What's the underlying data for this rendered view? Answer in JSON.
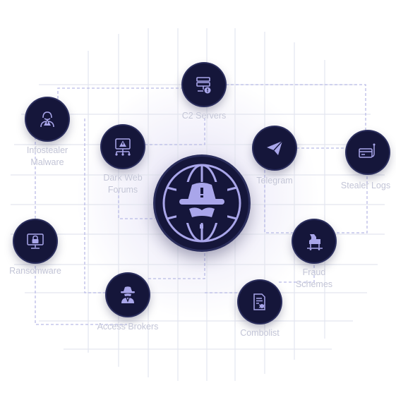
{
  "nodes": {
    "c2_servers": {
      "label": "C2 Servers",
      "icon": "server-icon"
    },
    "infostealer": {
      "label_line1": "Infostealer",
      "label_line2": "Malware",
      "icon": "hacker-warning-icon"
    },
    "dark_web": {
      "label_line1": "Dark Web",
      "label_line2": "Forums",
      "icon": "network-warning-icon"
    },
    "telegram": {
      "label": "Telegram",
      "icon": "paper-plane-icon"
    },
    "stealer_logs": {
      "label": "Stealer Logs",
      "icon": "credit-card-hook-icon"
    },
    "ransomware": {
      "label": "Ransomware",
      "icon": "locked-monitor-icon"
    },
    "fraud": {
      "label_line1": "Fraud",
      "label_line2": "Schemes",
      "icon": "trojan-horse-icon"
    },
    "access_brokers": {
      "label": "Access Brokers",
      "icon": "spy-icon"
    },
    "combolist": {
      "label": "Combolist",
      "icon": "document-bug-icon"
    },
    "hub": {
      "icon": "globe-hacker-icon"
    }
  },
  "colors": {
    "node_fill": "#15163a",
    "icon": "#a9a6ea",
    "grid": "#e3e5ef",
    "connector": "#b9bbe6",
    "label": "#c2c4d6"
  }
}
